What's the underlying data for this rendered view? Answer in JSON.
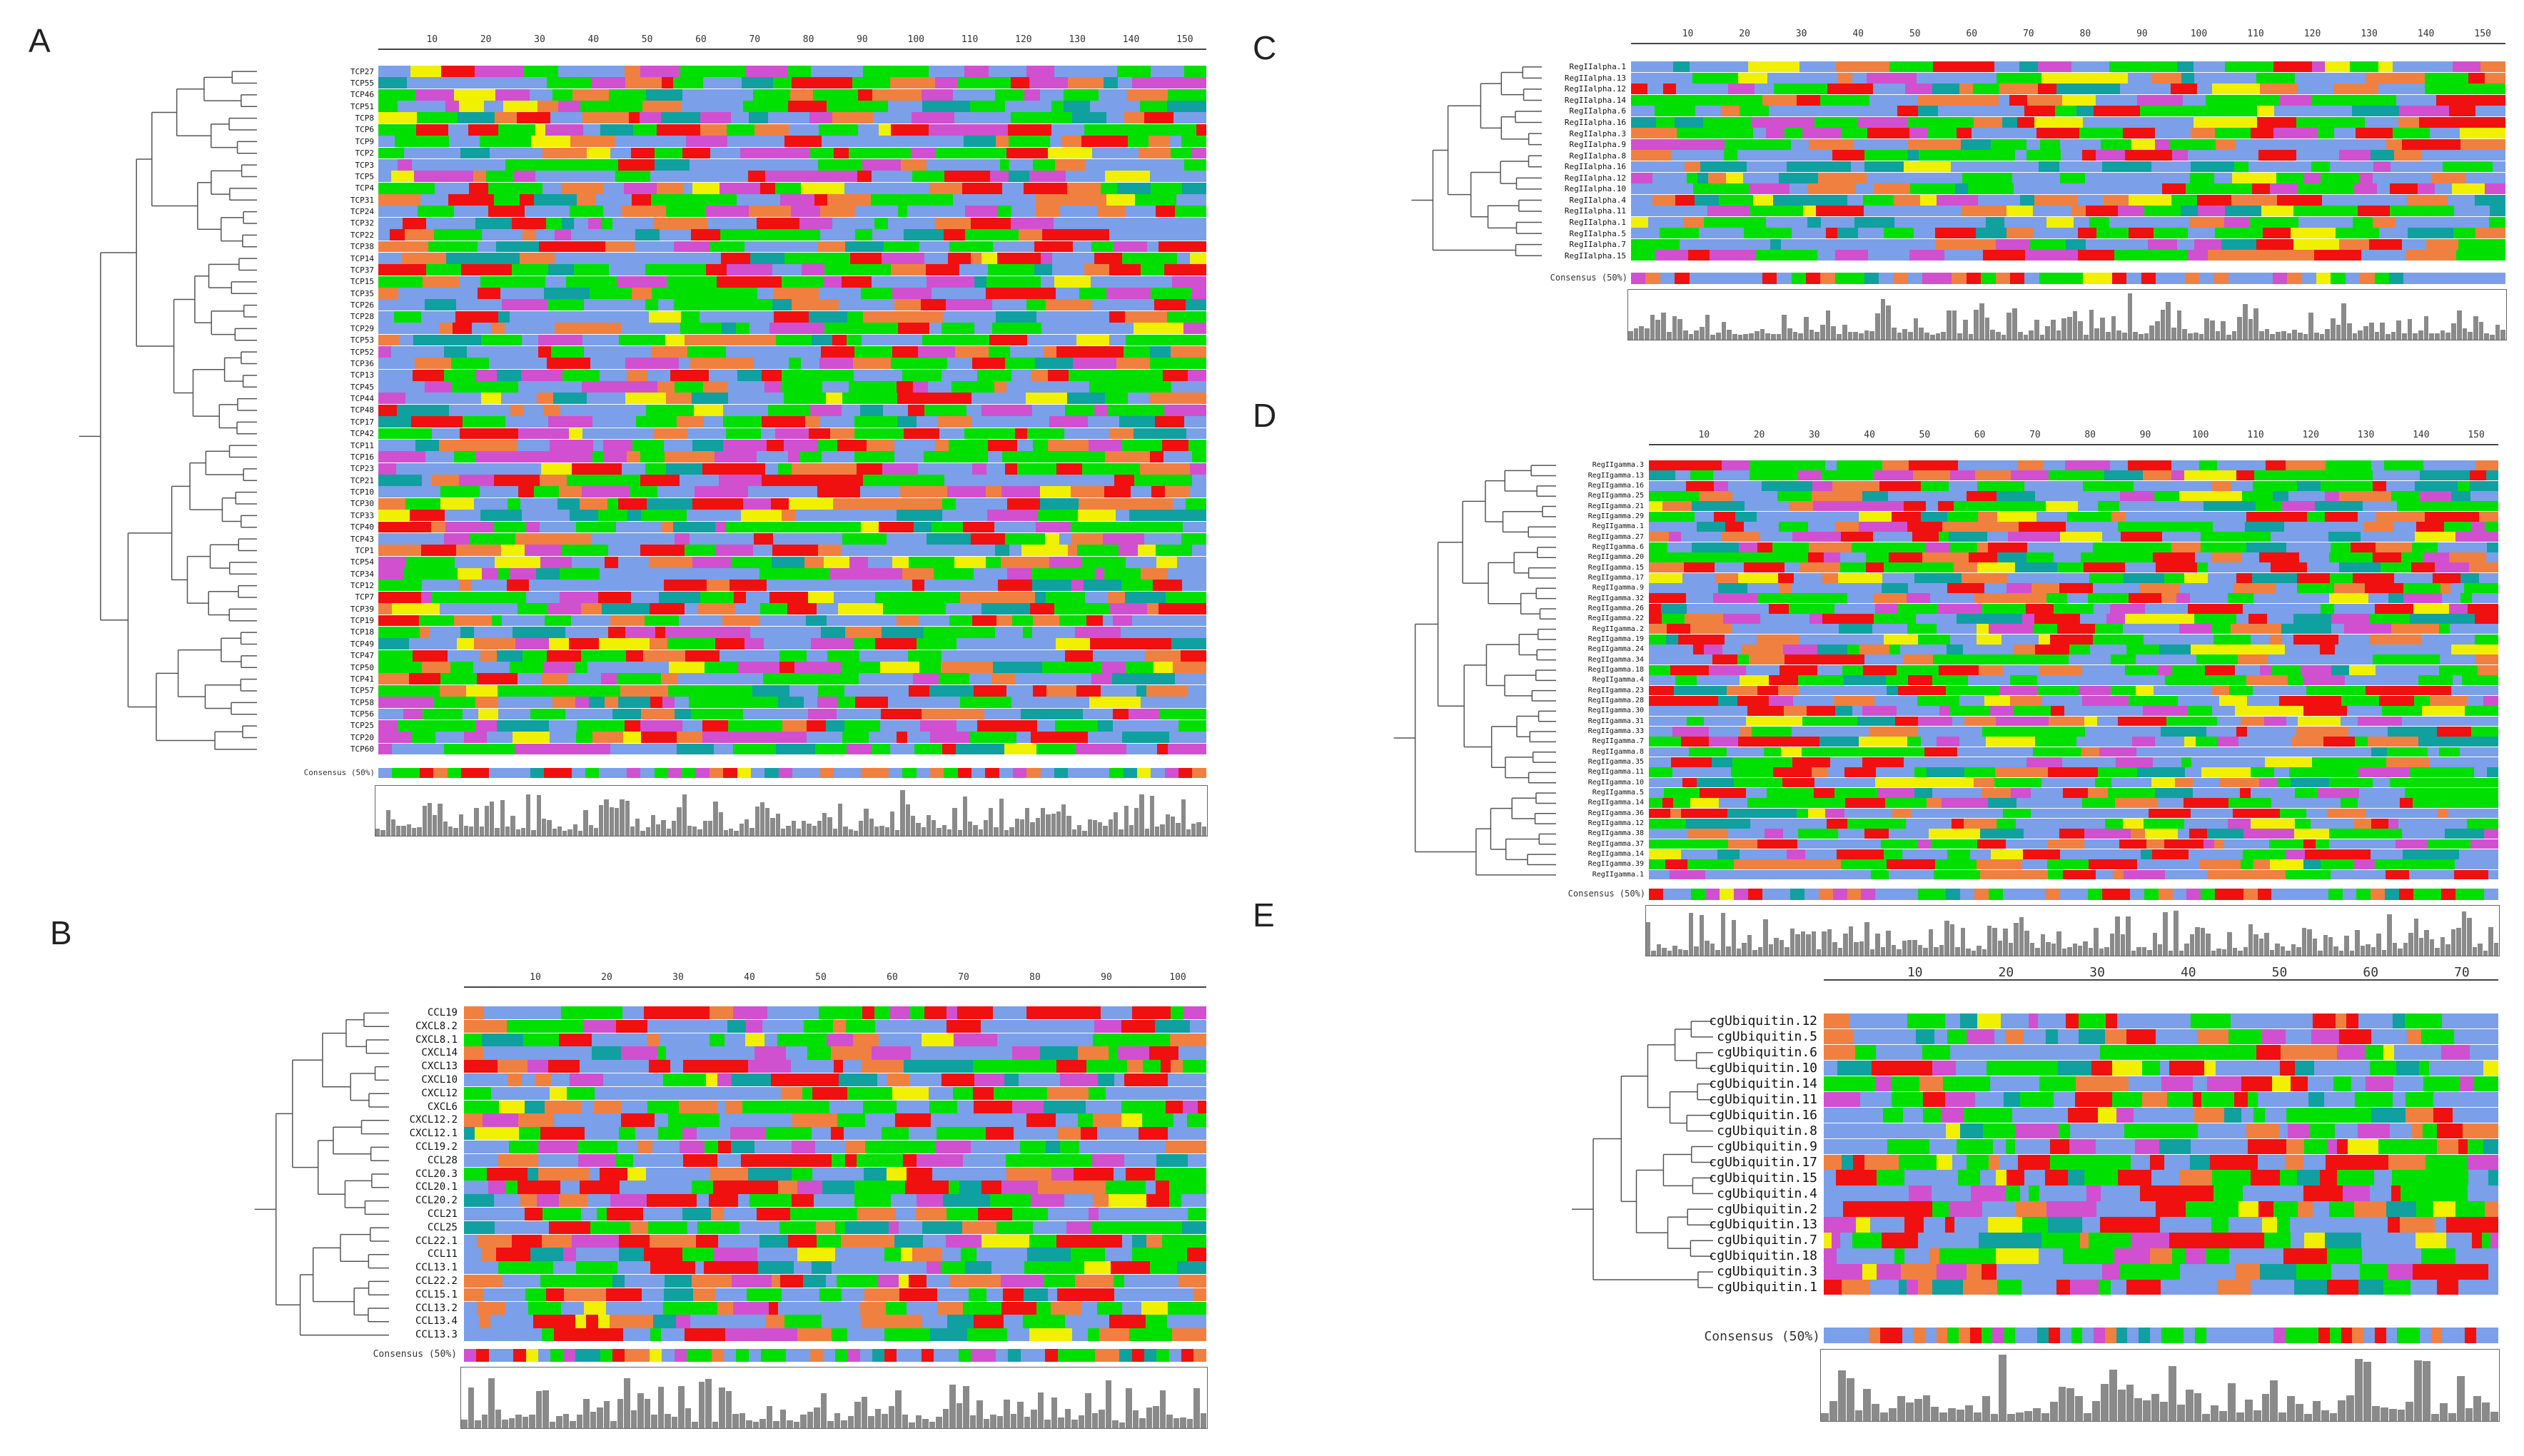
{
  "colors": {
    "blue": "#7B9FE8",
    "green": "#00E000",
    "red": "#F01010",
    "orange": "#F08040",
    "magenta": "#D050D0",
    "teal": "#10A0A0",
    "yellow": "#F0F000",
    "gray_hist": "#8a8a8a"
  },
  "panels": [
    {
      "letter": "A",
      "ruler_ticks": [
        "10",
        "20",
        "30",
        "40",
        "50",
        "60",
        "70",
        "80",
        "90",
        "100",
        "110",
        "120",
        "130",
        "140",
        "150"
      ],
      "consensus_label": "Consensus (50%)",
      "sequences": [
        "TCP27",
        "TCP55",
        "TCP46",
        "TCP51",
        "TCP8",
        "TCP6",
        "TCP9",
        "TCP2",
        "TCP3",
        "TCP5",
        "TCP4",
        "TCP31",
        "TCP24",
        "TCP32",
        "TCP22",
        "TCP38",
        "TCP14",
        "TCP37",
        "TCP15",
        "TCP35",
        "TCP26",
        "TCP28",
        "TCP29",
        "TCP53",
        "TCP52",
        "TCP36",
        "TCP13",
        "TCP45",
        "TCP44",
        "TCP48",
        "TCP17",
        "TCP42",
        "TCP11",
        "TCP16",
        "TCP23",
        "TCP21",
        "TCP10",
        "TCP30",
        "TCP33",
        "TCP40",
        "TCP43",
        "TCP1",
        "TCP54",
        "TCP34",
        "TCP12",
        "TCP7",
        "TCP39",
        "TCP19",
        "TCP18",
        "TCP49",
        "TCP47",
        "TCP50",
        "TCP41",
        "TCP57",
        "TCP58",
        "TCP56",
        "TCP25",
        "TCP20",
        "TCP60"
      ]
    },
    {
      "letter": "B",
      "ruler_ticks": [
        "10",
        "20",
        "30",
        "40",
        "50",
        "60",
        "70",
        "80",
        "90",
        "100"
      ],
      "consensus_label": "Consensus (50%)",
      "sequences": [
        "CCL19",
        "CXCL8.2",
        "CXCL8.1",
        "CXCL14",
        "CXCL13",
        "CXCL10",
        "CXCL12",
        "CXCL6",
        "CXCL12.2",
        "CXCL12.1",
        "CCL19.2",
        "CCL28",
        "CCL20.3",
        "CCL20.1",
        "CCL20.2",
        "CCL21",
        "CCL25",
        "CCL22.1",
        "CCL11",
        "CCL13.1",
        "CCL22.2",
        "CCL15.1",
        "CCL13.2",
        "CCL13.4",
        "CCL13.3"
      ]
    },
    {
      "letter": "C",
      "ruler_ticks": [
        "10",
        "20",
        "30",
        "40",
        "50",
        "60",
        "70",
        "80",
        "90",
        "100",
        "110",
        "120",
        "130",
        "140",
        "150"
      ],
      "consensus_label": "Consensus (50%)",
      "sequences": [
        "RegIIalpha.1",
        "RegIIalpha.13",
        "RegIIalpha.12",
        "RegIIalpha.14",
        "RegIIalpha.6",
        "RegIIalpha.16",
        "RegIIalpha.3",
        "RegIIalpha.9",
        "RegIIalpha.8",
        "RegIIalpha.16",
        "RegIIalpha.12",
        "RegIIalpha.10",
        "RegIIalpha.4",
        "RegIIalpha.11",
        "RegIIalpha.1",
        "RegIIalpha.5",
        "RegIIalpha.7",
        "RegIIalpha.15"
      ]
    },
    {
      "letter": "D",
      "ruler_ticks": [
        "10",
        "20",
        "30",
        "40",
        "50",
        "60",
        "70",
        "80",
        "90",
        "100",
        "110",
        "120",
        "130",
        "140",
        "150"
      ],
      "consensus_label": "Consensus (50%)",
      "sequences": [
        "RegIIgamma.3",
        "RegIIgamma.13",
        "RegIIgamma.16",
        "RegIIgamma.25",
        "RegIIgamma.21",
        "RegIIgamma.29",
        "RegIIgamma.1",
        "RegIIgamma.27",
        "RegIIgamma.6",
        "RegIIgamma.20",
        "RegIIgamma.15",
        "RegIIgamma.17",
        "RegIIgamma.9",
        "RegIIgamma.32",
        "RegIIgamma.26",
        "RegIIgamma.22",
        "RegIIgamma.2",
        "RegIIgamma.19",
        "RegIIgamma.24",
        "RegIIgamma.34",
        "RegIIgamma.18",
        "RegIIgamma.4",
        "RegIIgamma.23",
        "RegIIgamma.28",
        "RegIIgamma.30",
        "RegIIgamma.31",
        "RegIIgamma.33",
        "RegIIgamma.7",
        "RegIIgamma.8",
        "RegIIgamma.35",
        "RegIIgamma.11",
        "RegIIgamma.10",
        "RegIIgamma.5",
        "RegIIgamma.14",
        "RegIIgamma.36",
        "RegIIgamma.12",
        "RegIIgamma.38",
        "RegIIgamma.37",
        "RegIIgamma.14",
        "RegIIgamma.39",
        "RegIIgamma.1"
      ]
    },
    {
      "letter": "E",
      "ruler_ticks": [
        "10",
        "20",
        "30",
        "40",
        "50",
        "60",
        "70"
      ],
      "consensus_label": "Consensus (50%)",
      "sequences": [
        "cgUbiquitin.12",
        "cgUbiquitin.5",
        "cgUbiquitin.6",
        "cgUbiquitin.10",
        "cgUbiquitin.14",
        "cgUbiquitin.11",
        "cgUbiquitin.16",
        "cgUbiquitin.8",
        "cgUbiquitin.9",
        "cgUbiquitin.17",
        "cgUbiquitin.15",
        "cgUbiquitin.4",
        "cgUbiquitin.2",
        "cgUbiquitin.13",
        "cgUbiquitin.7",
        "cgUbiquitin.18",
        "cgUbiquitin.3",
        "cgUbiquitin.1"
      ]
    }
  ]
}
